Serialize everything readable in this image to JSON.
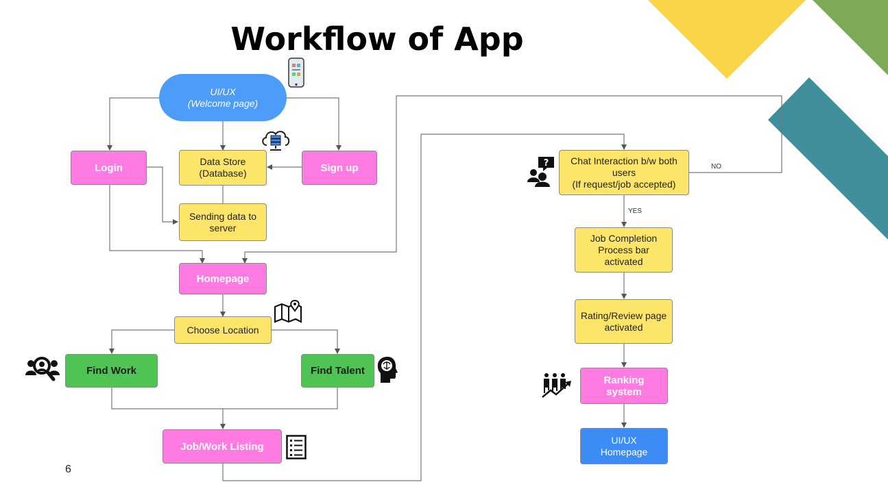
{
  "title": "Workflow of App",
  "page_number": "6",
  "nodes": {
    "welcome_line1": "UI/UX",
    "welcome_line2": "(Welcome page)",
    "login": "Login",
    "data_store_line1": "Data Store",
    "data_store_line2": "(Database)",
    "sign_up": "Sign up",
    "sending_data_line1": "Sending data to",
    "sending_data_line2": "server",
    "homepage": "Homepage",
    "choose_location": "Choose Location",
    "find_work": "Find Work",
    "find_talent": "Find Talent",
    "job_listing": "Job/Work Listing",
    "chat_line1": "Chat Interaction b/w both",
    "chat_line2": "users",
    "chat_line3": "(If request/job accepted)",
    "job_completion_line1": "Job Completion",
    "job_completion_line2": "Process bar",
    "job_completion_line3": "activated",
    "rating_line1": "Rating/Review page",
    "rating_line2": "activated",
    "ranking_line1": "Ranking",
    "ranking_line2": "system",
    "uiux_home_line1": "UI/UX",
    "uiux_home_line2": "Homepage"
  },
  "edge_labels": {
    "no": "NO",
    "yes": "YES"
  },
  "colors": {
    "pink": "#ff7ae1",
    "yellow": "#fde56a",
    "green": "#4fc455",
    "blue": "#3d8cf5",
    "deco_yellow": "#f9d54a",
    "deco_green": "#7ea955",
    "deco_teal": "#3e8f9b"
  },
  "icons": [
    "phone-icon",
    "cloud-server-icon",
    "map-pin-icon",
    "search-people-icon",
    "brain-head-icon",
    "checklist-icon",
    "chat-question-icon",
    "ranking-growth-icon"
  ]
}
